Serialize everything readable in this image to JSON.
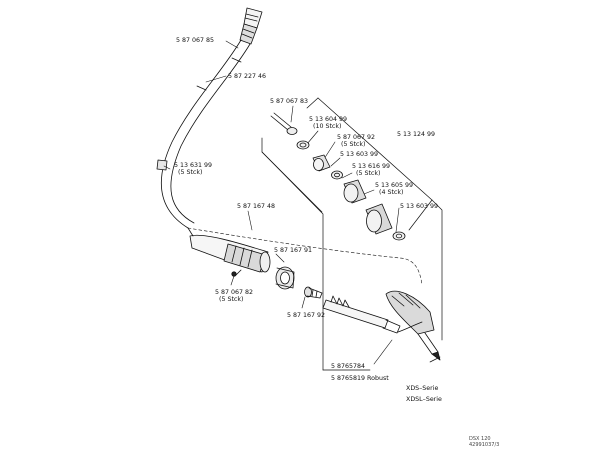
{
  "callouts": [
    {
      "id": "p1",
      "lines": [
        "5 87 067 85"
      ]
    },
    {
      "id": "p2",
      "lines": [
        "5 87 227 46"
      ]
    },
    {
      "id": "p3",
      "lines": [
        "5 87 067 83"
      ]
    },
    {
      "id": "p4",
      "lines": [
        "5 13 604 99",
        "(10 Stck)"
      ]
    },
    {
      "id": "p5",
      "lines": [
        "5 13 124 99"
      ]
    },
    {
      "id": "p6",
      "lines": [
        "5 87 067 92",
        "(5 Stck)"
      ]
    },
    {
      "id": "p7",
      "lines": [
        "5 13 603 99"
      ]
    },
    {
      "id": "p8",
      "lines": [
        "5 13 616 99",
        "(5 Stck)"
      ]
    },
    {
      "id": "p9",
      "lines": [
        "5 13 631 99",
        "(5 Stck)"
      ]
    },
    {
      "id": "p10",
      "lines": [
        "5 13 605 99",
        "(4 Stck)"
      ]
    },
    {
      "id": "p11",
      "lines": [
        "5 13 603 99"
      ]
    },
    {
      "id": "p12",
      "lines": [
        "5 87 167 48"
      ]
    },
    {
      "id": "p13",
      "lines": [
        "5 87 167 91"
      ]
    },
    {
      "id": "p14",
      "lines": [
        "5 87 067 82",
        "(5 Stck)"
      ]
    },
    {
      "id": "p15",
      "lines": [
        "5 87 167 92"
      ]
    },
    {
      "id": "p16",
      "lines": [
        "5 8765784"
      ]
    },
    {
      "id": "p17",
      "lines": [
        "5 8765819  Robust"
      ]
    }
  ],
  "series_labels": [
    "XDS–Serie",
    "XDSL–Serie"
  ],
  "footer": {
    "line1": "DSX 120",
    "line2": "42991037/3"
  },
  "colors": {
    "ink": "#111111",
    "paper": "#ffffff",
    "shade": "#cfcfcf"
  }
}
